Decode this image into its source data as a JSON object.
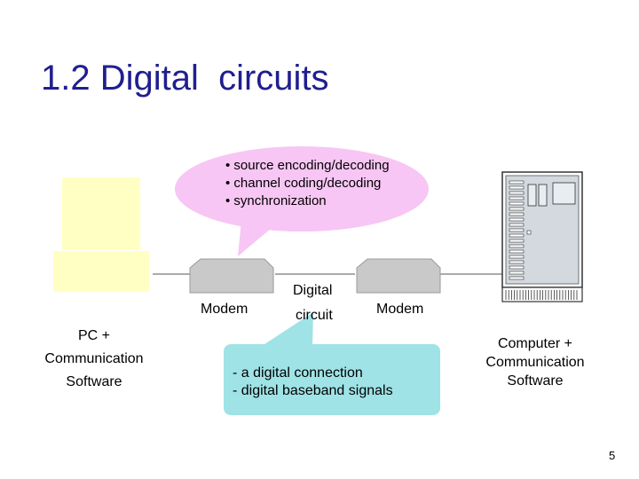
{
  "slide": {
    "title": "1.2 Digital  circuits",
    "page_number": "5"
  },
  "thought_bubble": {
    "lines": [
      "• source encoding/decoding",
      "• channel coding/decoding",
      "• synchronization"
    ],
    "color": "#f7c6f4"
  },
  "info_box": {
    "lines": [
      "- a digital connection",
      "- digital baseband signals"
    ],
    "color": "#9fe3e6"
  },
  "labels": {
    "pc": "PC + Communication Software",
    "computer": "Computer + Communication Software",
    "modem_left": "Modem",
    "modem_right": "Modem",
    "digital": "Digital",
    "circuit": "circuit"
  },
  "colors": {
    "pc": "#ffffc4",
    "modem": "#c9c9c9",
    "server": "#cfd5dc",
    "title": "#1f1f8f"
  }
}
